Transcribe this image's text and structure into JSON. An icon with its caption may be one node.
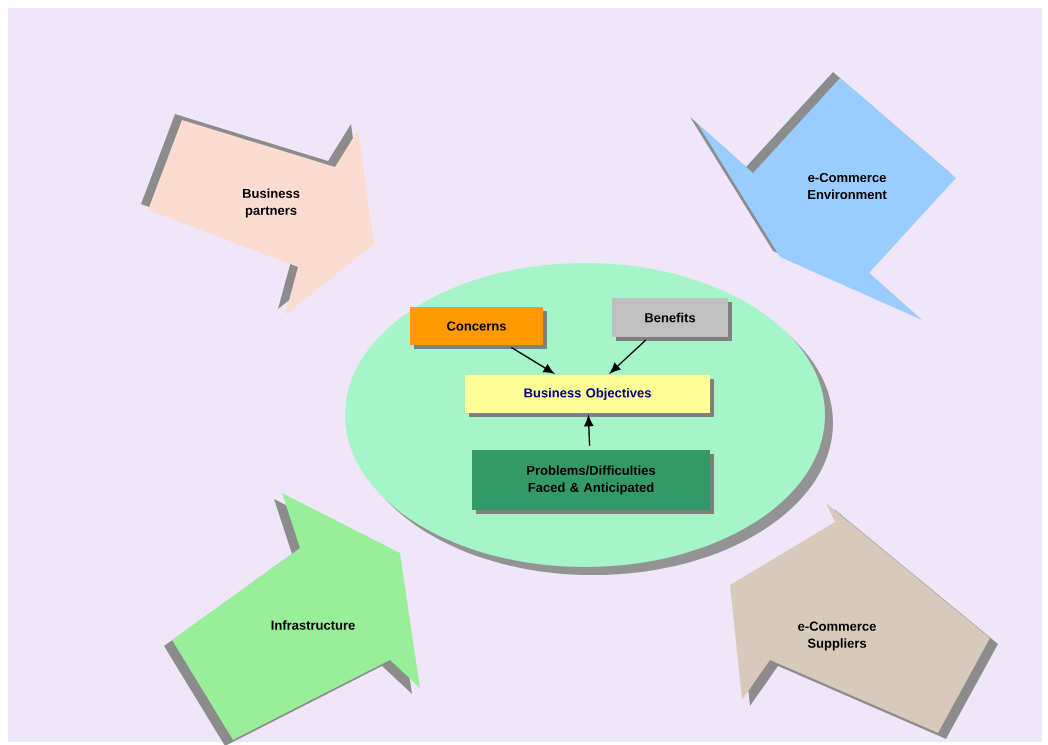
{
  "diagram": {
    "nodes": [
      {
        "text": [
          "Business partners"
        ]
      },
      {
        "text": [
          "e-Commerce Environment"
        ]
      },
      {
        "text": [],
        "shape": "ellipse"
      },
      {
        "text": [
          "Concerns"
        ],
        "in": 2
      },
      {
        "text": [
          "Benefits"
        ],
        "in": 2
      },
      {
        "text": [
          "Business Objectives"
        ],
        "in": 2
      },
      {
        "text": [
          "Problems/Difficulties Faced & Anticipated"
        ],
        "in": 2
      },
      {
        "text": [
          "Infrastructure"
        ]
      },
      {
        "text": [
          "e-Commerce Suppliers"
        ]
      }
    ],
    "edges": [
      {
        "from": 3,
        "to": 5,
        "arrow": "to"
      },
      {
        "from": 4,
        "to": 5,
        "arrow": "to"
      },
      {
        "from": 6,
        "to": 5,
        "arrow": "to"
      }
    ]
  }
}
